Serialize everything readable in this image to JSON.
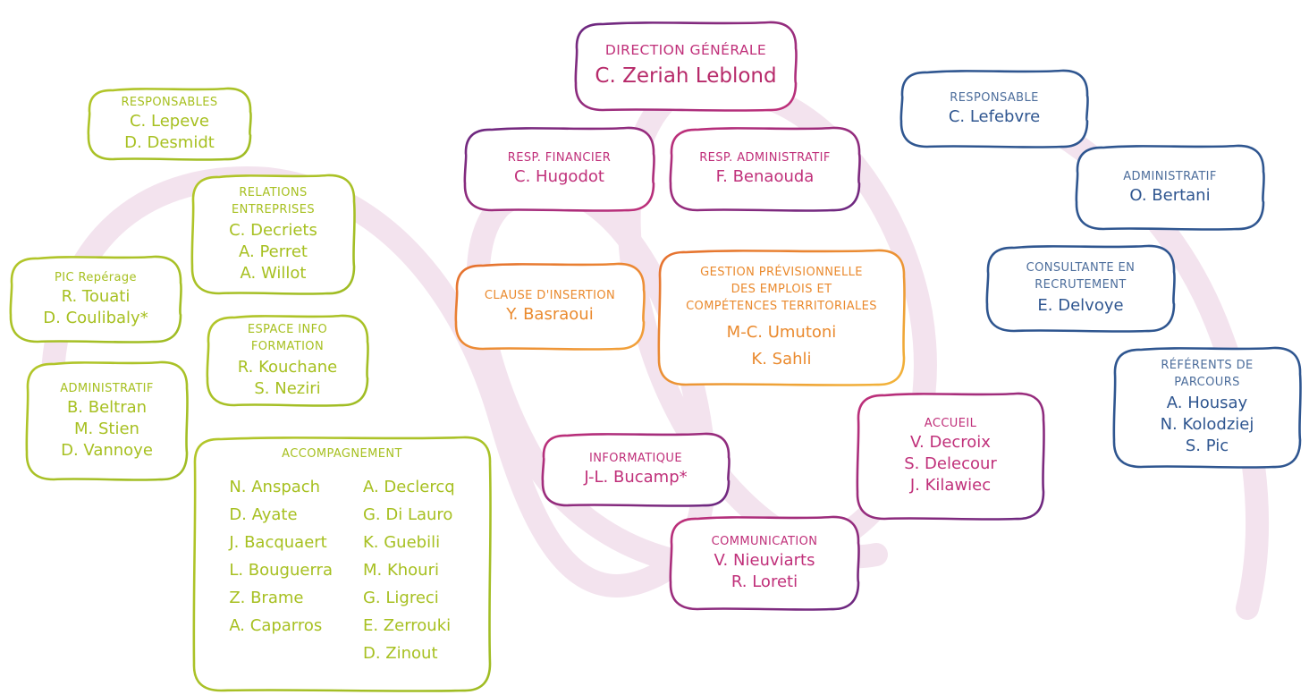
{
  "colors": {
    "lime": "#a7c021",
    "navy": "#2f5690",
    "pink": "#c0307a",
    "purple": "#5b2a7a",
    "orange": "#ea8a2e",
    "background_swirl": "#f3e3ee"
  },
  "direction": {
    "title": "DIRECTION GÉNÉRALE",
    "name": "C. Zeriah Leblond"
  },
  "resp_financier": {
    "title": "RESP. FINANCIER",
    "name": "C. Hugodot"
  },
  "resp_administratif": {
    "title": "RESP. ADMINISTRATIF",
    "name": "F. Benaouda"
  },
  "clause_insertion": {
    "title": "CLAUSE D'INSERTION",
    "name": "Y. Basraoui"
  },
  "gpet": {
    "title_lines": [
      "GESTION PRÉVISIONNELLE",
      "DES EMPLOIS ET",
      "COMPÉTENCES TERRITORIALES"
    ],
    "names": [
      "M-C. Umutoni",
      "K. Sahli"
    ]
  },
  "informatique": {
    "title": "INFORMATIQUE",
    "name": "J-L. Bucamp*"
  },
  "communication": {
    "title": "COMMUNICATION",
    "names": [
      "V. Nieuviarts",
      "R. Loreti"
    ]
  },
  "accueil": {
    "title": "ACCUEIL",
    "names": [
      "V. Decroix",
      "S. Delecour",
      "J. Kilawiec"
    ]
  },
  "left": {
    "responsables": {
      "title": "RESPONSABLES",
      "names": [
        "C. Lepeve",
        "D. Desmidt"
      ]
    },
    "relations": {
      "title_lines": [
        "RELATIONS",
        "ENTREPRISES"
      ],
      "names": [
        "C. Decriets",
        "A. Perret",
        "A. Willot"
      ]
    },
    "pic": {
      "title": "PIC Repérage",
      "names": [
        "R. Touati",
        "D. Coulibaly*"
      ]
    },
    "espace": {
      "title_lines": [
        "ESPACE INFO",
        "FORMATION"
      ],
      "names": [
        "R. Kouchane",
        "S. Neziri"
      ]
    },
    "administratif": {
      "title": "ADMINISTRATIF",
      "names": [
        "B. Beltran",
        "M. Stien",
        "D. Vannoye"
      ]
    },
    "accompagnement": {
      "title": "ACCOMPAGNEMENT",
      "col1": [
        "N. Anspach",
        "D. Ayate",
        "J. Bacquaert",
        "L. Bouguerra",
        "Z. Brame",
        "A. Caparros"
      ],
      "col2": [
        "A. Declercq",
        "G. Di Lauro",
        "K. Guebili",
        "M. Khouri",
        "G. Ligreci",
        "E. Zerrouki",
        "D. Zinout"
      ]
    }
  },
  "right": {
    "responsable": {
      "title": "RESPONSABLE",
      "name": "C. Lefebvre"
    },
    "administratif": {
      "title": "ADMINISTRATIF",
      "name": "O. Bertani"
    },
    "consultante": {
      "title_lines": [
        "CONSULTANTE EN",
        "RECRUTEMENT"
      ],
      "name": "E. Delvoye"
    },
    "referents": {
      "title_lines": [
        "RÉFÉRENTS DE",
        "PARCOURS"
      ],
      "names": [
        "A. Housay",
        "N. Kolodziej",
        "S. Pic"
      ]
    }
  }
}
